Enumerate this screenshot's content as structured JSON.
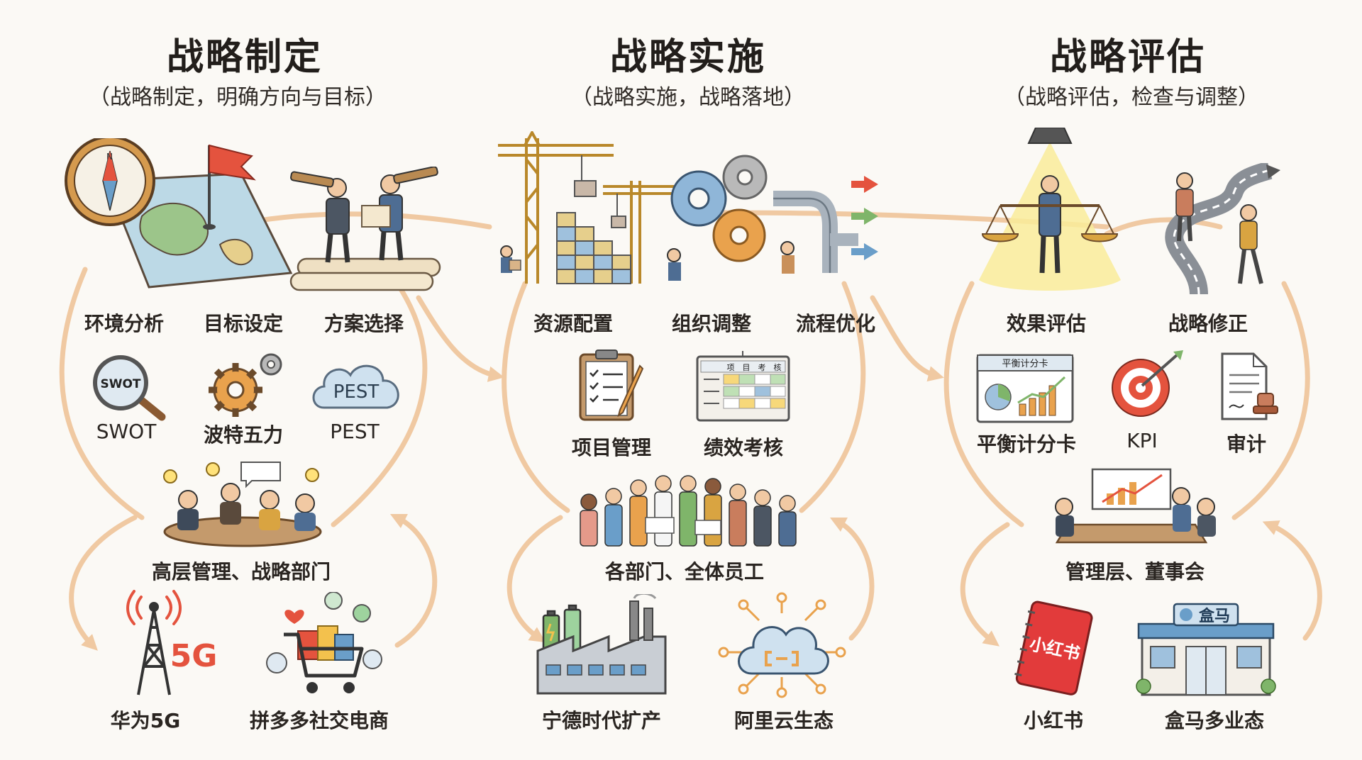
{
  "columns": [
    {
      "title": "战略制定",
      "subtitle": "（战略制定，明确方向与目标）",
      "steps": [
        "环境分析",
        "目标设定",
        "方案选择"
      ],
      "tools": [
        "SWOT",
        "波特五力",
        "PEST"
      ],
      "tool_badges": {
        "swot": "SWOT",
        "pest": "PEST"
      },
      "actors": "高层管理、战略部门",
      "cases": [
        "华为5G",
        "拼多多社交电商"
      ],
      "case_badge": "5G"
    },
    {
      "title": "战略实施",
      "subtitle": "（战略实施，战略落地）",
      "steps": [
        "资源配置",
        "组织调整",
        "流程优化"
      ],
      "tools": [
        "项目管理",
        "绩效考核"
      ],
      "table_headers": [
        "项",
        "目",
        "考",
        "核"
      ],
      "actors": "各部门、全体员工",
      "cases": [
        "宁德时代扩产",
        "阿里云生态"
      ]
    },
    {
      "title": "战略评估",
      "subtitle": "（战略评估，检查与调整）",
      "steps": [
        "效果评估",
        "战略修正"
      ],
      "tools": [
        "平衡计分卡",
        "KPI",
        "审计"
      ],
      "scorecard_title": "平衡计分卡",
      "actors": "管理层、董事会",
      "cases": [
        "小红书",
        "盒马多业态"
      ],
      "case_badges": {
        "book": "小红书",
        "store": "盒马"
      }
    }
  ],
  "colors": {
    "arrow": "#f0c9a2",
    "ink": "#2b2622",
    "accent_red": "#e4533e",
    "accent_orange": "#e9a24d",
    "accent_blue": "#6a9ec9",
    "accent_green": "#7fb56a"
  }
}
